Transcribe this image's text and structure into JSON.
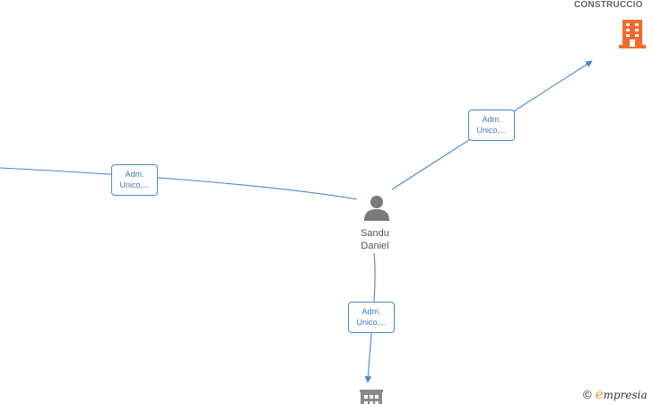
{
  "person": {
    "first_name": "Sandu",
    "last_name": "Daniel",
    "icon": "person-icon"
  },
  "companies": {
    "top_right": {
      "name": "CONSTRUCCIO",
      "icon": "building-icon",
      "color": "#f26a2e"
    },
    "bottom": {
      "icon": "building-icon",
      "color": "#8a8a8a"
    }
  },
  "edges": [
    {
      "from": "external-left",
      "to": "Sandu Daniel",
      "label_line1": "Adm.",
      "label_line2": "Unico,..."
    },
    {
      "from": "Sandu Daniel",
      "to": "CONSTRUCCIO",
      "label_line1": "Adm.",
      "label_line2": "Unico,..."
    },
    {
      "from": "Sandu Daniel",
      "to": "bottom-company",
      "label_line1": "Adm.",
      "label_line2": "Unico,..."
    }
  ],
  "brand": {
    "copyright": "©",
    "first_letter": "e",
    "rest": "mpresia"
  },
  "colors": {
    "edge": "#4a86c8",
    "label_text": "#3b78bf",
    "person_icon": "#7a7a7a"
  }
}
